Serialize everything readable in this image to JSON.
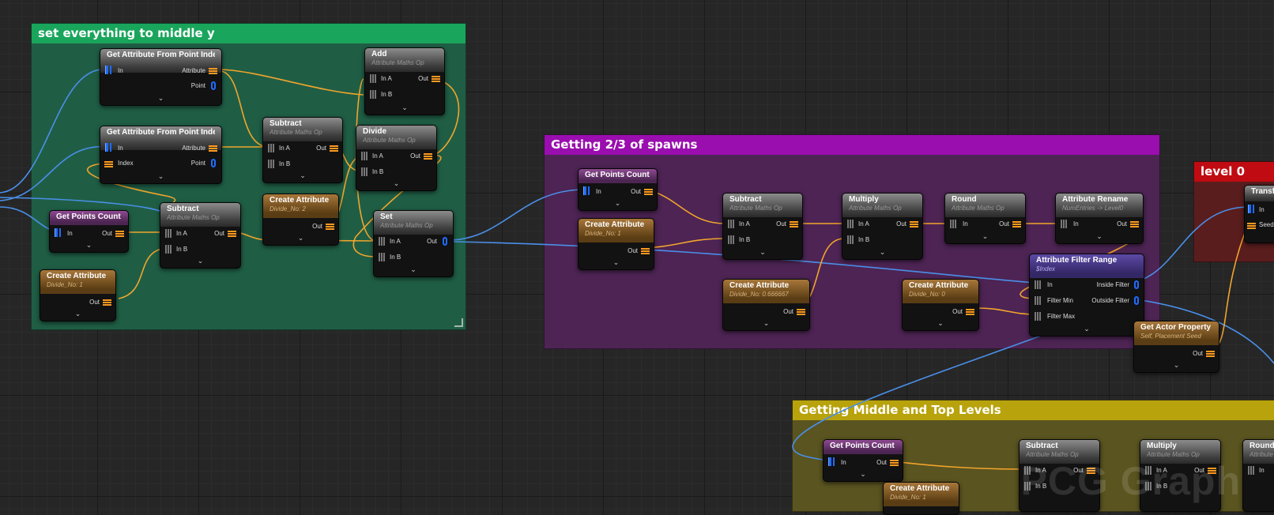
{
  "comments": {
    "middle_y": "set everything to middle y",
    "spawns": "Getting 2/3 of spawns",
    "levels": "Getting Middle and Top Levels",
    "level0": "level 0"
  },
  "colors": {
    "green_bar": "#1aa55c",
    "green_body": "#1f5e45",
    "purple_bar": "#9a0dae",
    "purple_body": "#4d2454",
    "yellow_bar": "#b8a30c",
    "yellow_body": "#5a5420",
    "red_bar": "#c00b12",
    "red_body": "#5a1d1e",
    "exec_wire": "#4a8fe8",
    "float_wire": "#f2a52c"
  },
  "nodes": {
    "gapi1": {
      "title": "Get Attribute From Point Index",
      "pins": {
        "in": "In",
        "attribute": "Attribute",
        "point": "Point"
      }
    },
    "gapi2": {
      "title": "Get Attribute From Point Index",
      "pins": {
        "in": "In",
        "index": "Index",
        "attribute": "Attribute",
        "point": "Point"
      }
    },
    "add": {
      "title": "Add",
      "subtitle": "Attribute Maths Op",
      "pins": {
        "in_a": "In A",
        "in_b": "In B",
        "out": "Out"
      }
    },
    "subtract1": {
      "title": "Subtract",
      "subtitle": "Attribute Maths Op",
      "pins": {
        "in_a": "In A",
        "in_b": "In B",
        "out": "Out"
      }
    },
    "divide": {
      "title": "Divide",
      "subtitle": "Attribute Maths Op",
      "pins": {
        "in_a": "In A",
        "in_b": "In B",
        "out": "Out"
      }
    },
    "gpc1": {
      "title": "Get Points Count",
      "pins": {
        "in": "In",
        "out": "Out"
      }
    },
    "subtract2": {
      "title": "Subtract",
      "subtitle": "Attribute Maths Op",
      "pins": {
        "in_a": "In A",
        "in_b": "In B",
        "out": "Out"
      }
    },
    "create_div2": {
      "title": "Create Attribute",
      "subtitle": "Divide_No: 2",
      "pins": {
        "out": "Out"
      }
    },
    "set": {
      "title": "Set",
      "subtitle": "Attribute Maths Op",
      "pins": {
        "in_a": "In A",
        "in_b": "In B",
        "out": "Out"
      }
    },
    "create_div1a": {
      "title": "Create Attribute",
      "subtitle": "Divide_No: 1",
      "pins": {
        "out": "Out"
      }
    },
    "gpc2": {
      "title": "Get Points Count",
      "pins": {
        "in": "In",
        "out": "Out"
      }
    },
    "create_div1b": {
      "title": "Create Attribute",
      "subtitle": "Divide_No: 1",
      "pins": {
        "out": "Out"
      }
    },
    "subtract3": {
      "title": "Subtract",
      "subtitle": "Attribute Maths Op",
      "pins": {
        "in_a": "In A",
        "in_b": "In B",
        "out": "Out"
      }
    },
    "multiply1": {
      "title": "Multiply",
      "subtitle": "Attribute Maths Op",
      "pins": {
        "in_a": "In A",
        "in_b": "In B",
        "out": "Out"
      }
    },
    "round1": {
      "title": "Round",
      "subtitle": "Attribute Maths Op",
      "pins": {
        "in": "In",
        "out": "Out"
      }
    },
    "rename": {
      "title": "Attribute Rename",
      "subtitle": "NumEntries -> Level0",
      "pins": {
        "in": "In",
        "out": "Out"
      }
    },
    "create_div0666": {
      "title": "Create Attribute",
      "subtitle": "Divide_No: 0.666667",
      "pins": {
        "out": "Out"
      }
    },
    "create_div0": {
      "title": "Create Attribute",
      "subtitle": "Divide_No: 0",
      "pins": {
        "out": "Out"
      }
    },
    "filter": {
      "title": "Attribute Filter Range",
      "subtitle": "$Index",
      "pins": {
        "in": "In",
        "inside": "Inside Filter",
        "min": "Filter Min",
        "outside": "Outside Filter",
        "max": "Filter Max"
      }
    },
    "actor": {
      "title": "Get Actor Property",
      "subtitle": "Self, Placement Seed",
      "pins": {
        "out": "Out"
      }
    },
    "transform": {
      "title": "Transfo",
      "pins": {
        "in": "In",
        "seed": "Seed"
      }
    },
    "gpc3": {
      "title": "Get Points Count",
      "pins": {
        "in": "In",
        "out": "Out"
      }
    },
    "subtract4": {
      "title": "Subtract",
      "subtitle": "Attribute Maths Op",
      "pins": {
        "in_a": "In A",
        "in_b": "In B",
        "out": "Out"
      }
    },
    "multiply2": {
      "title": "Multiply",
      "subtitle": "Attribute Maths Op",
      "pins": {
        "in_a": "In A",
        "in_b": "In B",
        "out": "Out"
      }
    },
    "round2": {
      "title": "Round",
      "subtitle": "Attribute Maths Op",
      "pins": {
        "in": "In"
      }
    },
    "create_div1c": {
      "title": "Create Attribute",
      "subtitle": "Divide_No: 1"
    }
  },
  "watermark": "PCG Graph"
}
